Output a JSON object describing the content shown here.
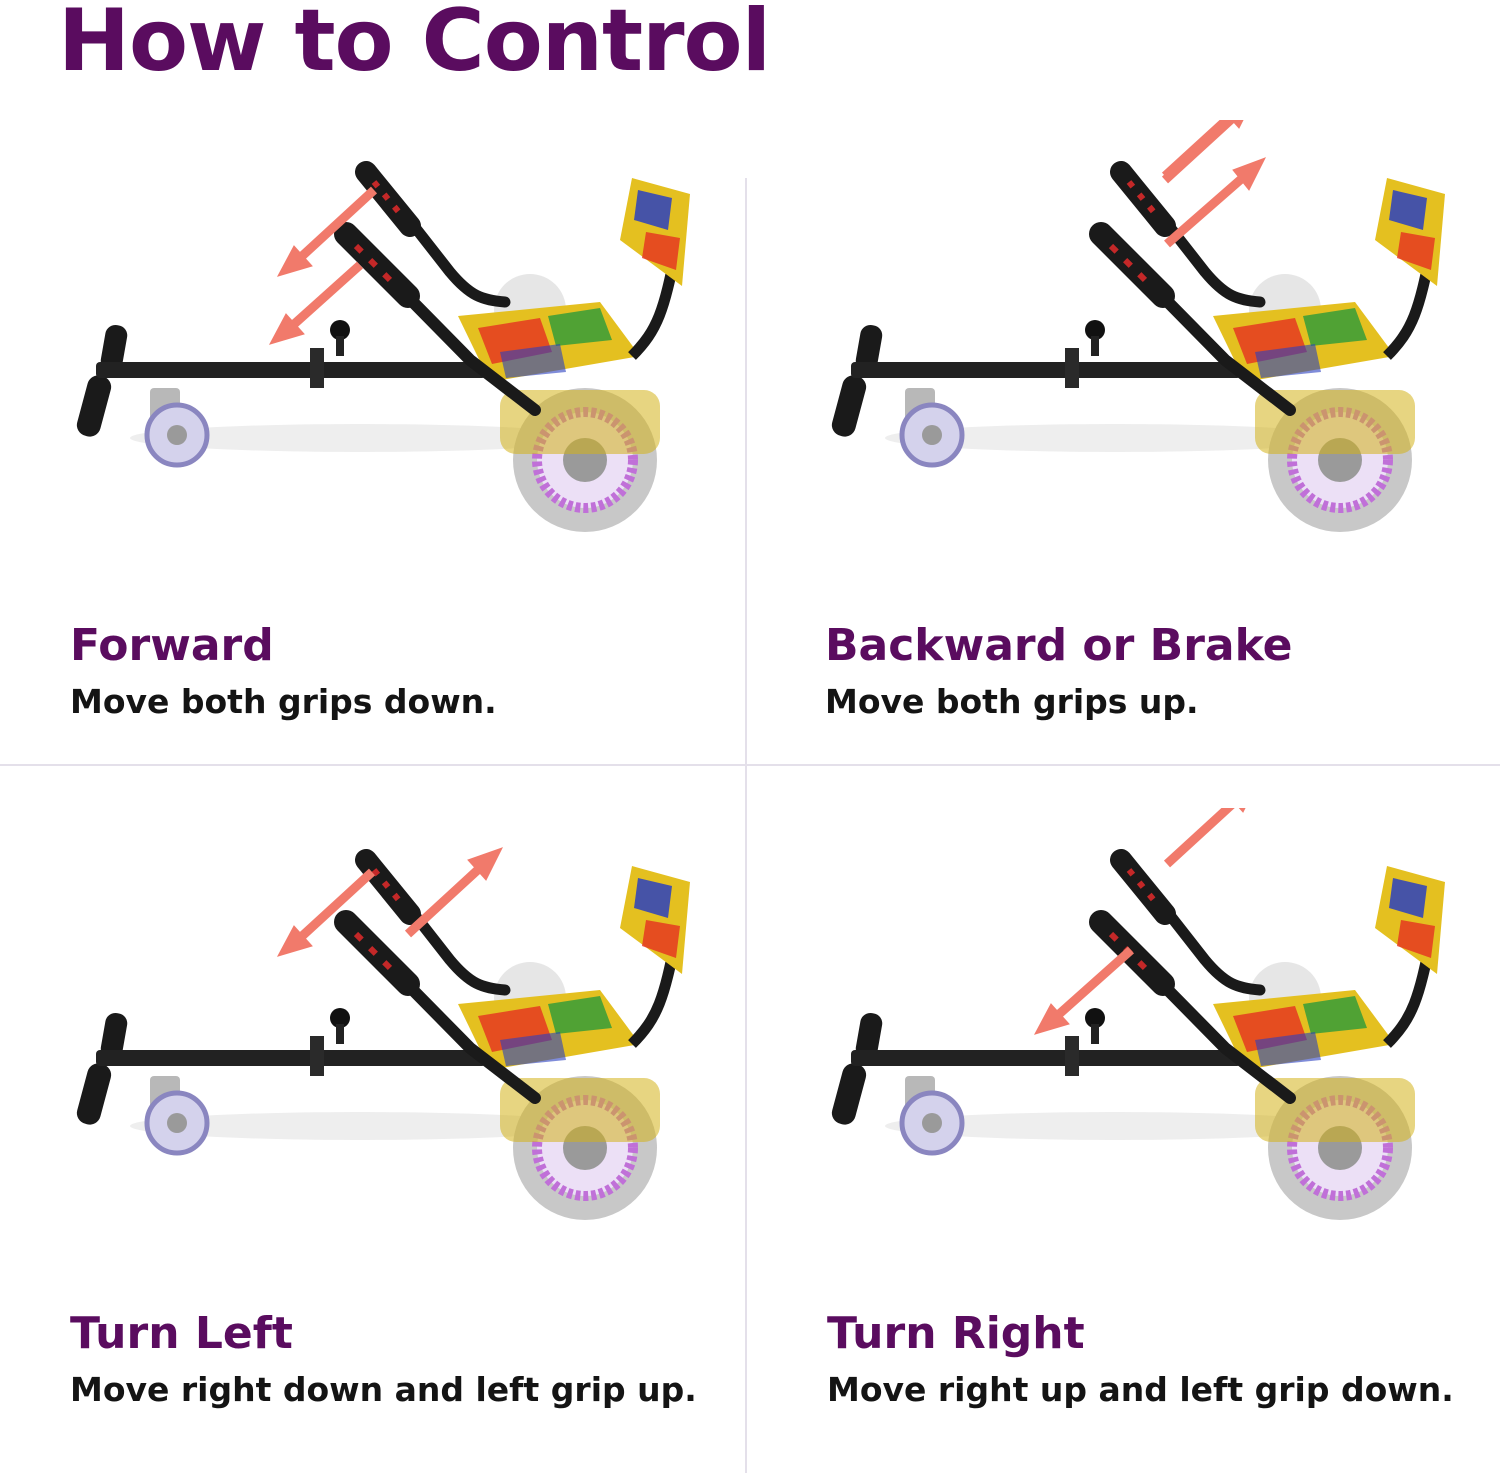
{
  "header": {
    "title": "How to Control"
  },
  "colors": {
    "title_purple": "#5a0c5f",
    "arrow_salmon": "#f17a6b",
    "divider": "#e4e0ea"
  },
  "panels": [
    {
      "title": "Forward",
      "description": "Move both grips down.",
      "arrows": [
        "down",
        "down"
      ]
    },
    {
      "title": "Backward or Brake",
      "description": "Move both grips up.",
      "arrows": [
        "up",
        "up"
      ]
    },
    {
      "title": "Turn Left",
      "description": "Move right down and left grip up.",
      "arrows": [
        "down",
        "up"
      ]
    },
    {
      "title": "Turn Right",
      "description": "Move right up and left grip down.",
      "arrows": [
        "up",
        "down"
      ]
    }
  ]
}
